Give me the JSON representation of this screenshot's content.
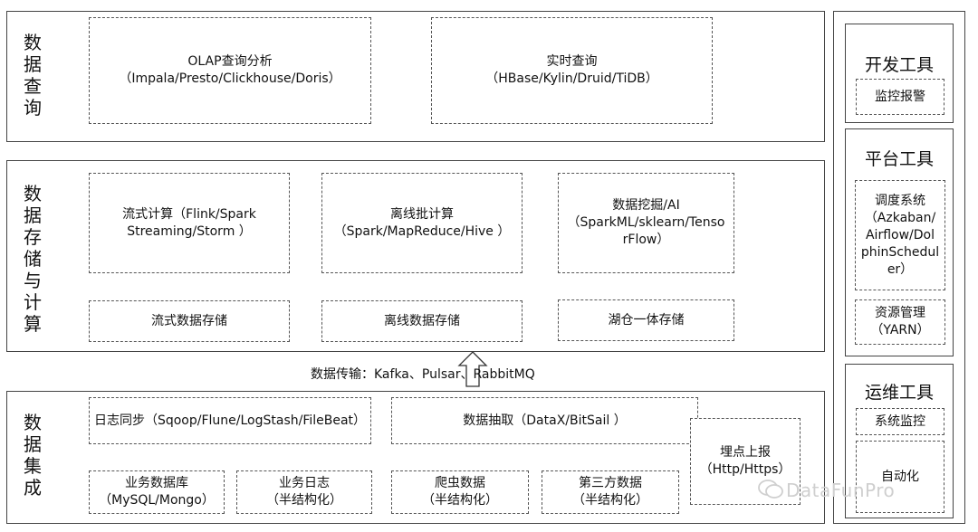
{
  "query": {
    "title": "数据查询",
    "olap": {
      "line1": "OLAP查询分析",
      "line2": "（Impala/Presto/Clickhouse/Doris）"
    },
    "realtime": {
      "line1": "实时查询",
      "line2": "（HBase/Kylin/Druid/TiDB）"
    }
  },
  "storage": {
    "title": "数据存储与计算",
    "stream": {
      "line1": "流式计算（Flink/Spark",
      "line2": "Streaming/Storm ）"
    },
    "batch": {
      "line1": "离线批计算",
      "line2": "（Spark/MapReduce/Hive ）"
    },
    "mining": {
      "line1": "数据挖掘/AI",
      "line2": "（SparkML/sklearn/Tenso",
      "line3": "rFlow）"
    },
    "stream_store": "流式数据存储",
    "batch_store": "离线数据存储",
    "lake_store": "湖仓一体存储"
  },
  "transfer": "数据传输：Kafka、Pulsar、RabbitMQ",
  "integration": {
    "title": "数据集成",
    "log_sync": "日志同步（Sqoop/Flune/LogStash/FileBeat）",
    "extract": "数据抽取（DataX/BitSail ）",
    "tracking": {
      "line1": "埋点上报",
      "line2": "（Http/Https）"
    },
    "biz_db": {
      "line1": "业务数据库",
      "line2": "（MySQL/Mongo）"
    },
    "biz_log": {
      "line1": "业务日志",
      "line2": "（半结构化）"
    },
    "crawler": {
      "line1": "爬虫数据",
      "line2": "（半结构化）"
    },
    "third": {
      "line1": "第三方数据",
      "line2": "（半结构化）"
    }
  },
  "tools": {
    "dev": {
      "title": "开发工具",
      "monitor": "监控报警"
    },
    "platform": {
      "title": "平台工具",
      "schedule": {
        "line1": "调度系统",
        "line2": "（Azkaban/",
        "line3": "Airflow/Dol",
        "line4": "phinSchedul",
        "line5": "er）"
      },
      "resource": {
        "line1": "资源管理",
        "line2": "（YARN）"
      }
    },
    "ops": {
      "title": "运维工具",
      "sys_monitor": "系统监控",
      "automation": "自动化"
    }
  },
  "watermark": "DataFunPro"
}
